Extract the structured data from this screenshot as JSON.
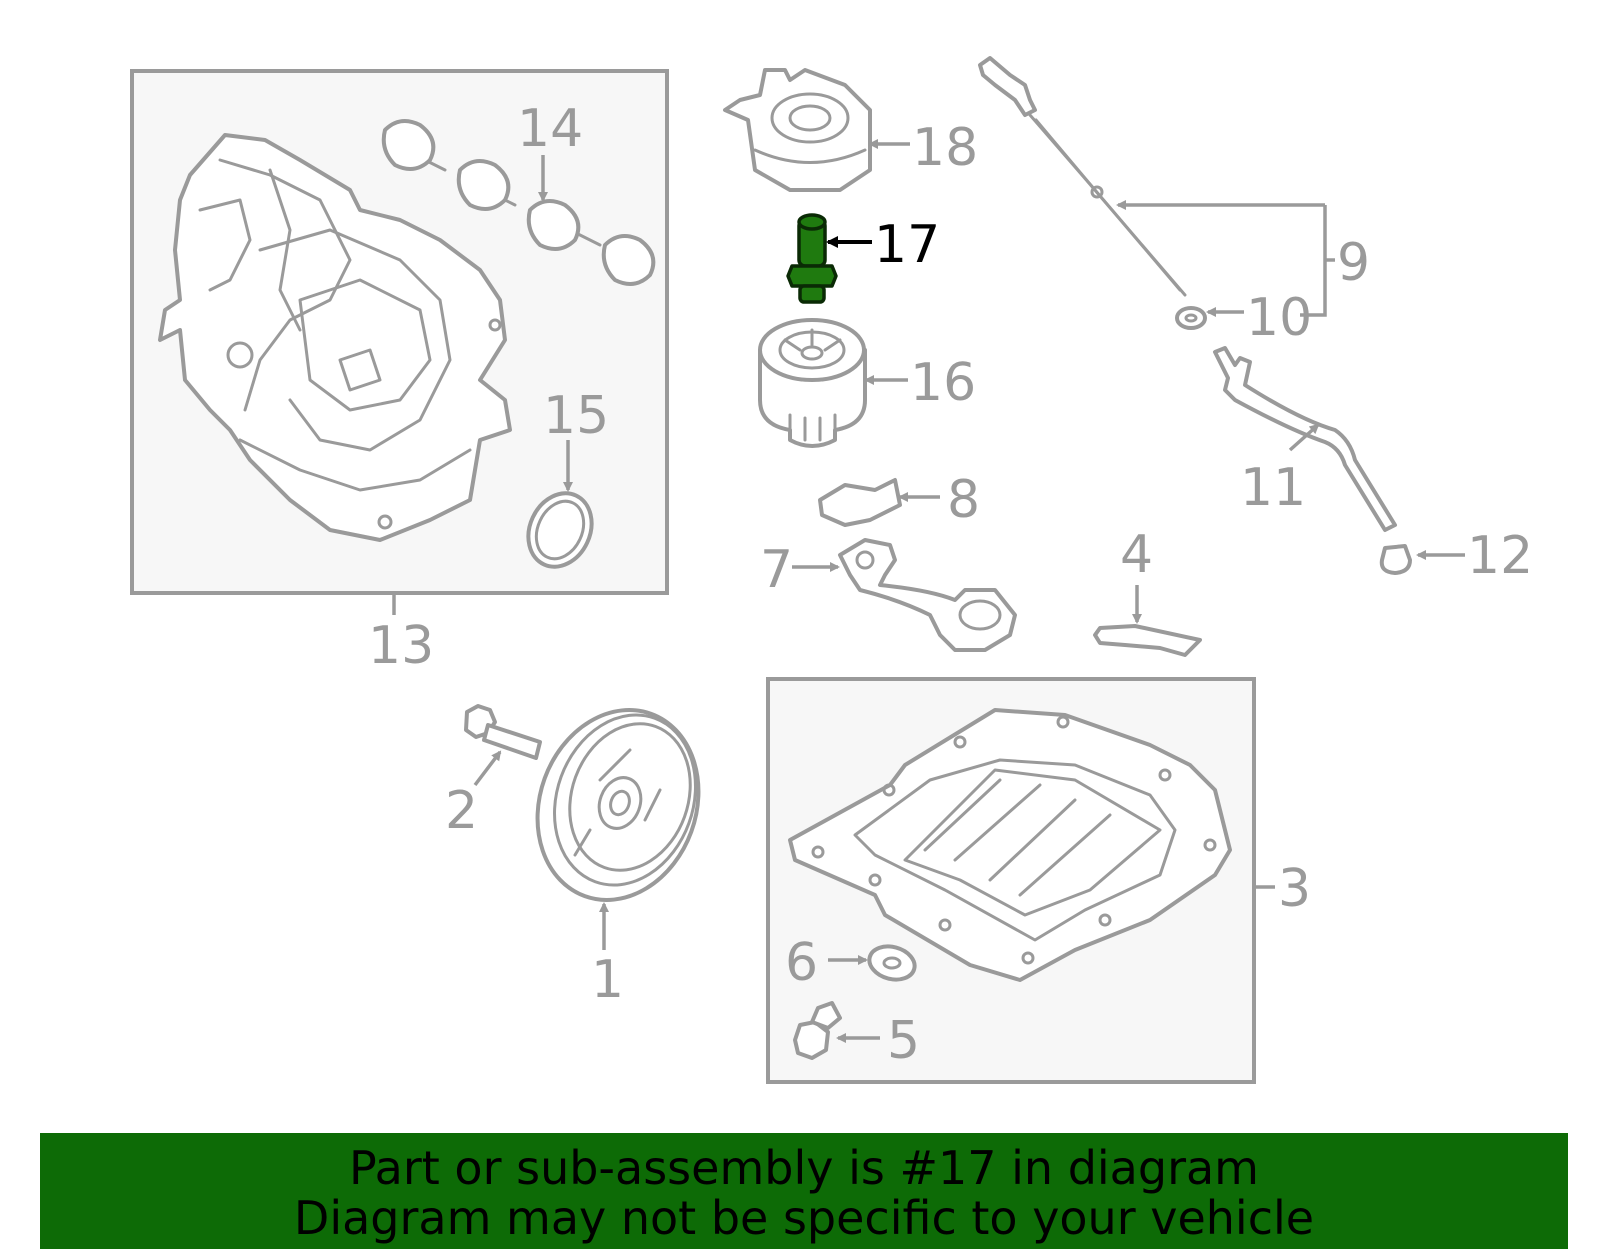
{
  "callouts": {
    "c1": "1",
    "c2": "2",
    "c3": "3",
    "c4": "4",
    "c5": "5",
    "c6": "6",
    "c7": "7",
    "c8": "8",
    "c9": "9",
    "c10": "10",
    "c11": "11",
    "c12": "12",
    "c13": "13",
    "c14": "14",
    "c15": "15",
    "c16": "16",
    "c17": "17",
    "c18": "18"
  },
  "highlighted_part": "17",
  "colors": {
    "highlight": "#1f7a0f",
    "banner": "#0d6b06",
    "line": "#9a9a9a"
  },
  "banner": {
    "line1": "Part or sub-assembly is #17 in diagram",
    "line2": "Diagram may not be specific to your vehicle"
  }
}
